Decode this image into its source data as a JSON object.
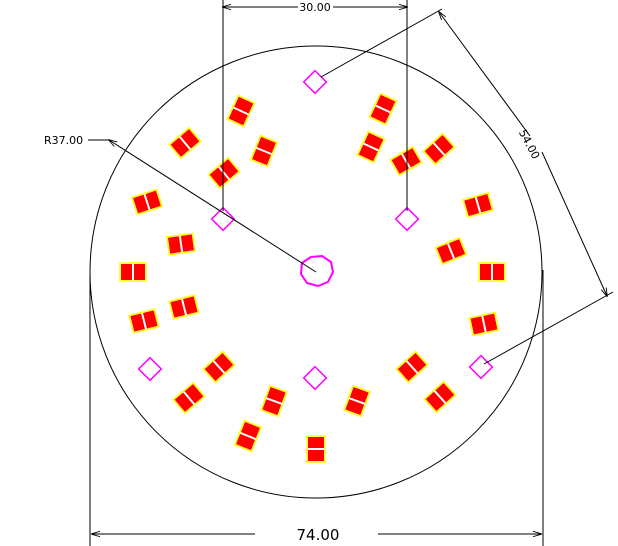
{
  "drawing": {
    "dimensions": {
      "radius": "R37.00",
      "top_width": "30.00",
      "diagonal": "54.00",
      "overall_width": "74.00"
    },
    "colors": {
      "background": "#ffffff",
      "line": "#000000",
      "pad": "#ff0000",
      "pad_outline": "#ffff00",
      "marker": "#ff00ff"
    }
  }
}
